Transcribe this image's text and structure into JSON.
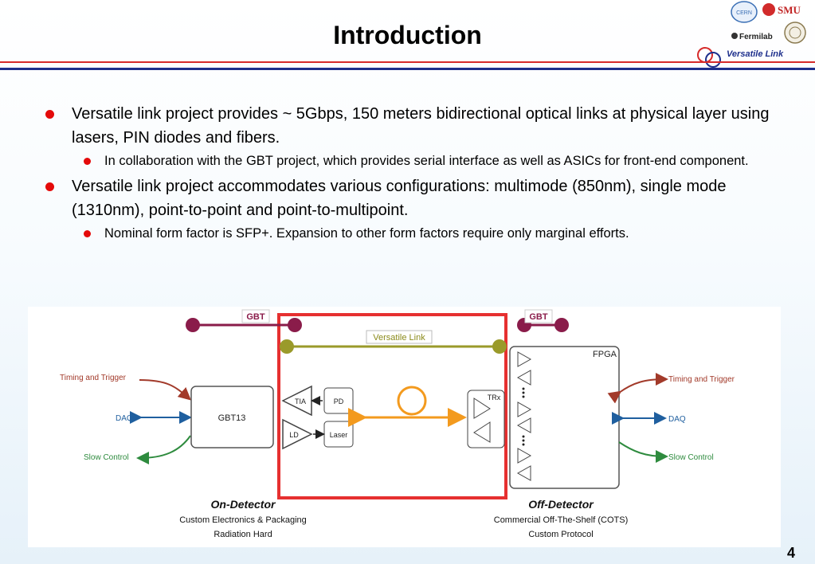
{
  "slide": {
    "title": "Introduction",
    "tag": "Versatile Link",
    "page_number": "4",
    "logos": {
      "smu": "SMU",
      "fermilab": "Fermilab",
      "cern": "CERN"
    }
  },
  "bullets": [
    {
      "text": "Versatile link project provides ~ 5Gbps, 150 meters bidirectional optical links at physical layer using lasers, PIN diodes and fibers."
    },
    {
      "text": "In collaboration with the GBT project, which provides serial interface as well as ASICs for front-end component."
    },
    {
      "text": "Versatile link project accommodates various configurations:  multimode (850nm), single mode (1310nm), point-to-point and point-to-multipoint."
    },
    {
      "text": "Nominal form factor is SFP+. Expansion to other form factors require only marginal efforts."
    }
  ],
  "diagram": {
    "gbt_left": "GBT",
    "gbt_right": "GBT",
    "versatile_link": "Versatile Link",
    "left_signals": [
      "Timing and Trigger",
      "DAQ",
      "Slow Control"
    ],
    "right_signals": [
      "Timing and Trigger",
      "DAQ",
      "Slow Control"
    ],
    "gbt13": "GBT13",
    "tia": "TIA",
    "pd": "PD",
    "ld": "LD",
    "laser": "Laser",
    "trx": "TRx",
    "fpga": "FPGA",
    "on_detector": {
      "title": "On-Detector",
      "line1": "Custom Electronics & Packaging",
      "line2": "Radiation Hard"
    },
    "off_detector": {
      "title": "Off-Detector",
      "line1": "Commercial Off-The-Shelf (COTS)",
      "line2": "Custom Protocol"
    },
    "colors": {
      "frame_red": "#e63030",
      "gbt_arrow": "#8a1c4a",
      "vl_arrow": "#9a9a2a",
      "fiber": "#f39a1e",
      "timing": "#a23a2a",
      "daq": "#1f5f9f",
      "slow": "#2e8b3e"
    }
  }
}
